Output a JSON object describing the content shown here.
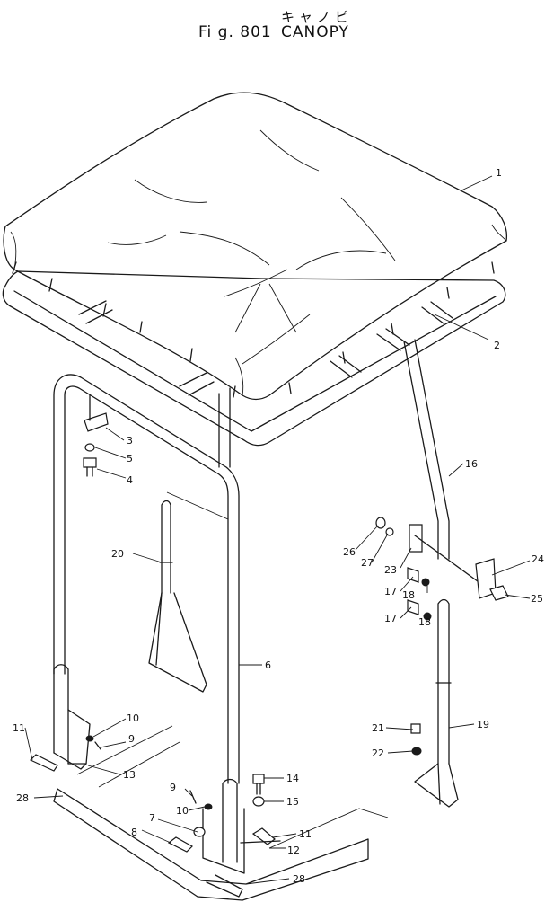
{
  "title": {
    "figure": "Fi g. 801",
    "name": "CANOPY",
    "name_jp": "キャノピ"
  },
  "callouts": [
    {
      "id": "c1",
      "label": "1"
    },
    {
      "id": "c2",
      "label": "2"
    },
    {
      "id": "c3",
      "label": "3"
    },
    {
      "id": "c4",
      "label": "4"
    },
    {
      "id": "c5",
      "label": "5"
    },
    {
      "id": "c6",
      "label": "6"
    },
    {
      "id": "c7",
      "label": "7"
    },
    {
      "id": "c8",
      "label": "8"
    },
    {
      "id": "c9a",
      "label": "9"
    },
    {
      "id": "c9b",
      "label": "9"
    },
    {
      "id": "c10a",
      "label": "10"
    },
    {
      "id": "c10b",
      "label": "10"
    },
    {
      "id": "c11a",
      "label": "11"
    },
    {
      "id": "c11b",
      "label": "11"
    },
    {
      "id": "c12",
      "label": "12"
    },
    {
      "id": "c13",
      "label": "13"
    },
    {
      "id": "c14",
      "label": "14"
    },
    {
      "id": "c15",
      "label": "15"
    },
    {
      "id": "c16",
      "label": "16"
    },
    {
      "id": "c17a",
      "label": "17"
    },
    {
      "id": "c17b",
      "label": "17"
    },
    {
      "id": "c18a",
      "label": "18"
    },
    {
      "id": "c18b",
      "label": "18"
    },
    {
      "id": "c19",
      "label": "19"
    },
    {
      "id": "c20",
      "label": "20"
    },
    {
      "id": "c21",
      "label": "21"
    },
    {
      "id": "c22",
      "label": "22"
    },
    {
      "id": "c23",
      "label": "23"
    },
    {
      "id": "c24",
      "label": "24"
    },
    {
      "id": "c25",
      "label": "25"
    },
    {
      "id": "c26",
      "label": "26"
    },
    {
      "id": "c27",
      "label": "27"
    },
    {
      "id": "c28a",
      "label": "28"
    },
    {
      "id": "c28b",
      "label": "28"
    }
  ]
}
